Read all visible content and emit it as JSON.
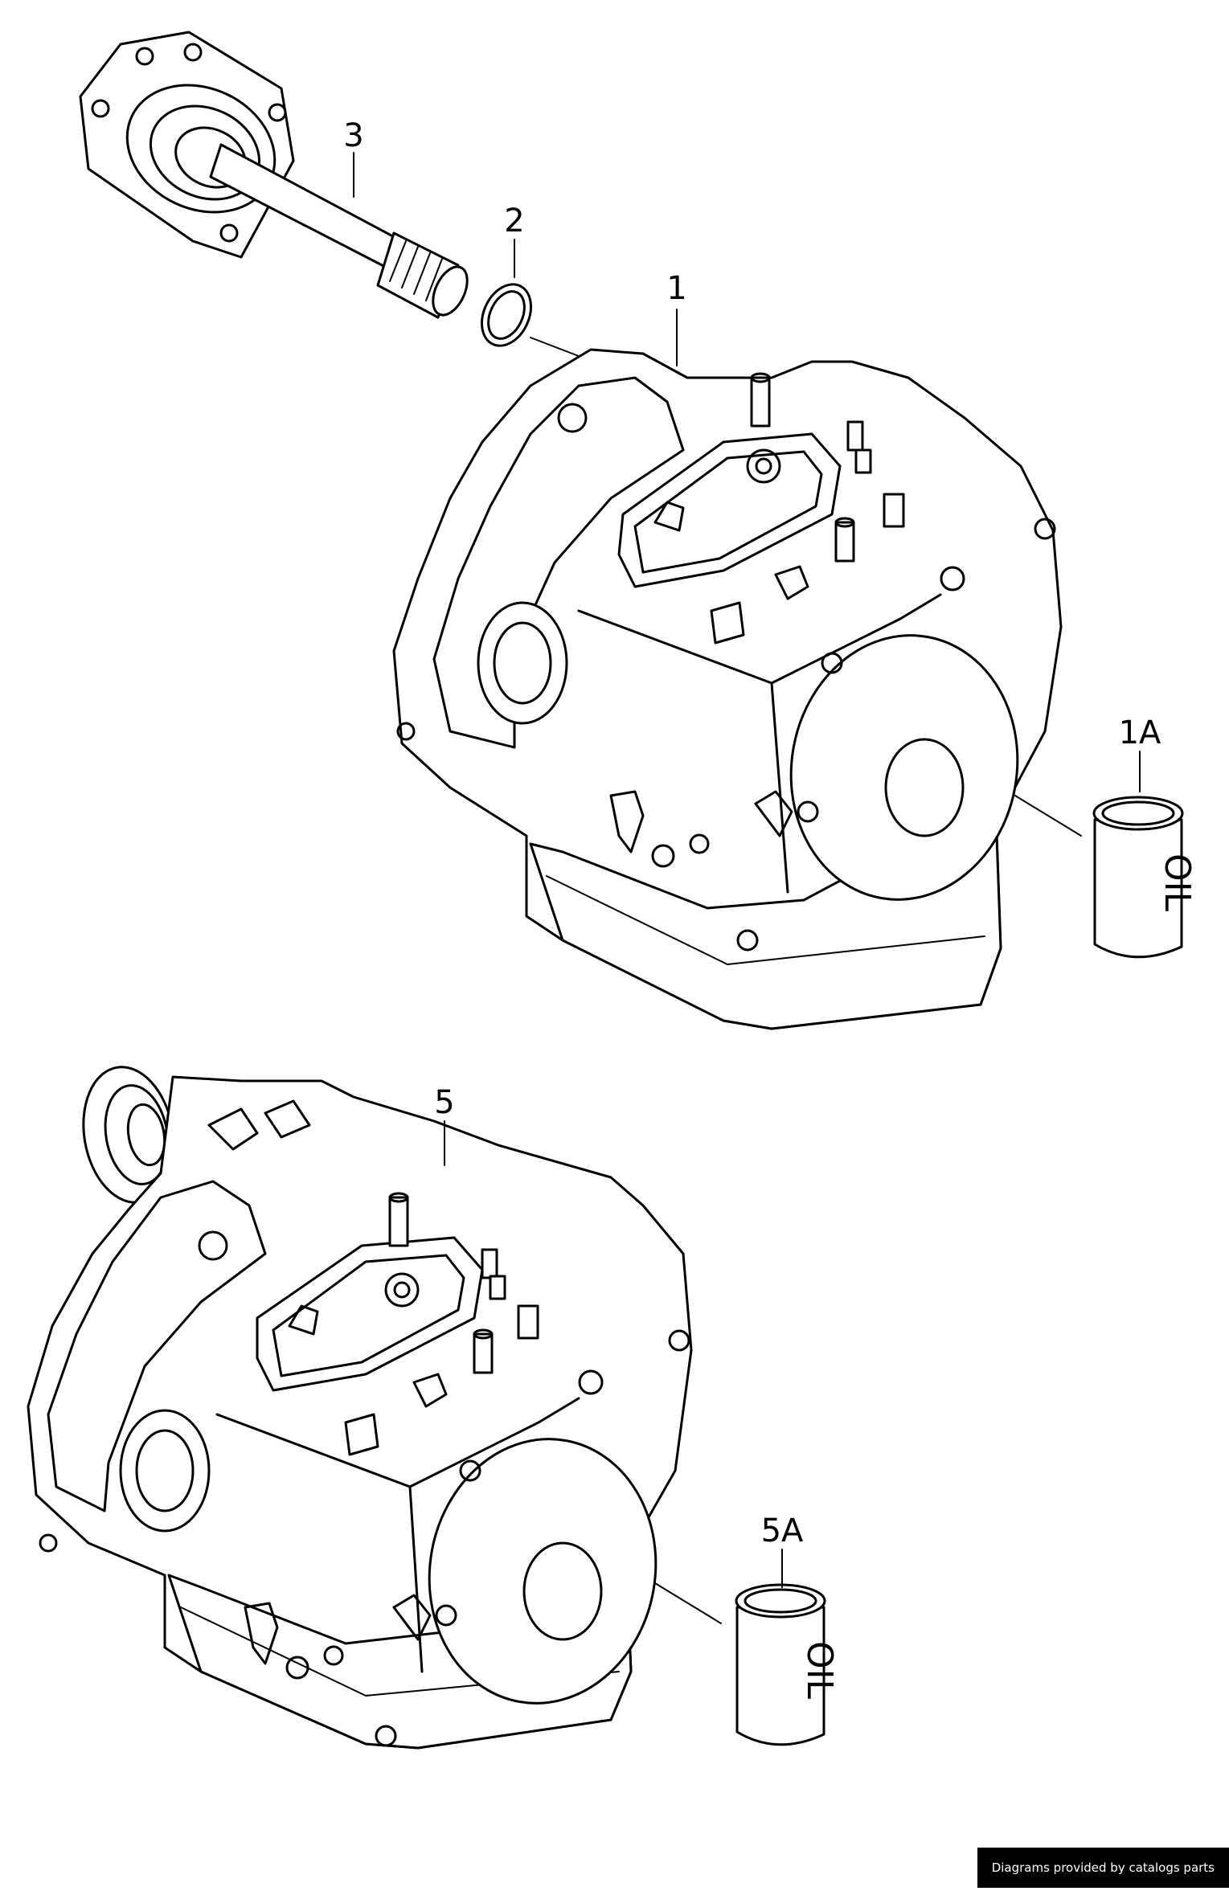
{
  "callouts": {
    "c1": "1",
    "c1A": "1A",
    "c2": "2",
    "c3": "3",
    "c5": "5",
    "c5A": "5A"
  },
  "bottles": {
    "label": "OIL"
  },
  "footer": {
    "credit": "Diagrams provided by catalogs parts"
  }
}
